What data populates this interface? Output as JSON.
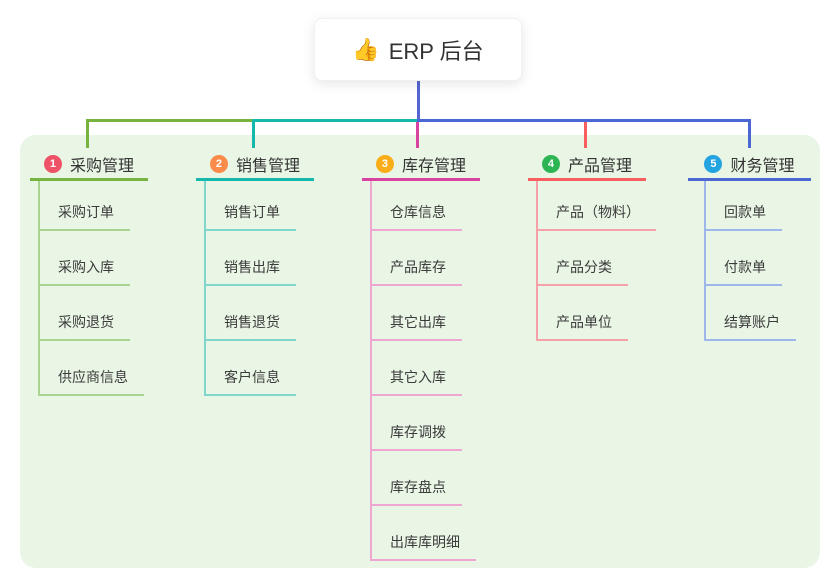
{
  "root": {
    "emoji": "👍",
    "label": "ERP 后台"
  },
  "colors": {
    "canvas_bg": "#ffffff",
    "panel_bg": "#e9f6e5",
    "stem": "#5565d4"
  },
  "branches": [
    {
      "number": "1",
      "label": "采购管理",
      "line_color": "#77b43f",
      "child_line_color": "#a9d38e",
      "badge_color": "#ef5368",
      "children": [
        "采购订单",
        "采购入库",
        "采购退货",
        "供应商信息"
      ]
    },
    {
      "number": "2",
      "label": "销售管理",
      "line_color": "#17b8ac",
      "child_line_color": "#7fd6cd",
      "badge_color": "#fb8b4b",
      "children": [
        "销售订单",
        "销售出库",
        "销售退货",
        "客户信息"
      ]
    },
    {
      "number": "3",
      "label": "库存管理",
      "line_color": "#d843a2",
      "child_line_color": "#f0a6d2",
      "badge_color": "#f9ae19",
      "children": [
        "仓库信息",
        "产品库存",
        "其它出库",
        "其它入库",
        "库存调拨",
        "库存盘点",
        "出库库明细"
      ]
    },
    {
      "number": "4",
      "label": "产品管理",
      "line_color": "#f85e5e",
      "child_line_color": "#f7a0a8",
      "badge_color": "#2db553",
      "children": [
        "产品（物料）",
        "产品分类",
        "产品单位"
      ]
    },
    {
      "number": "5",
      "label": "财务管理",
      "line_color": "#4a67d3",
      "child_line_color": "#9db7ea",
      "badge_color": "#23a3e0",
      "children": [
        "回款单",
        "付款单",
        "结算账户"
      ]
    }
  ]
}
